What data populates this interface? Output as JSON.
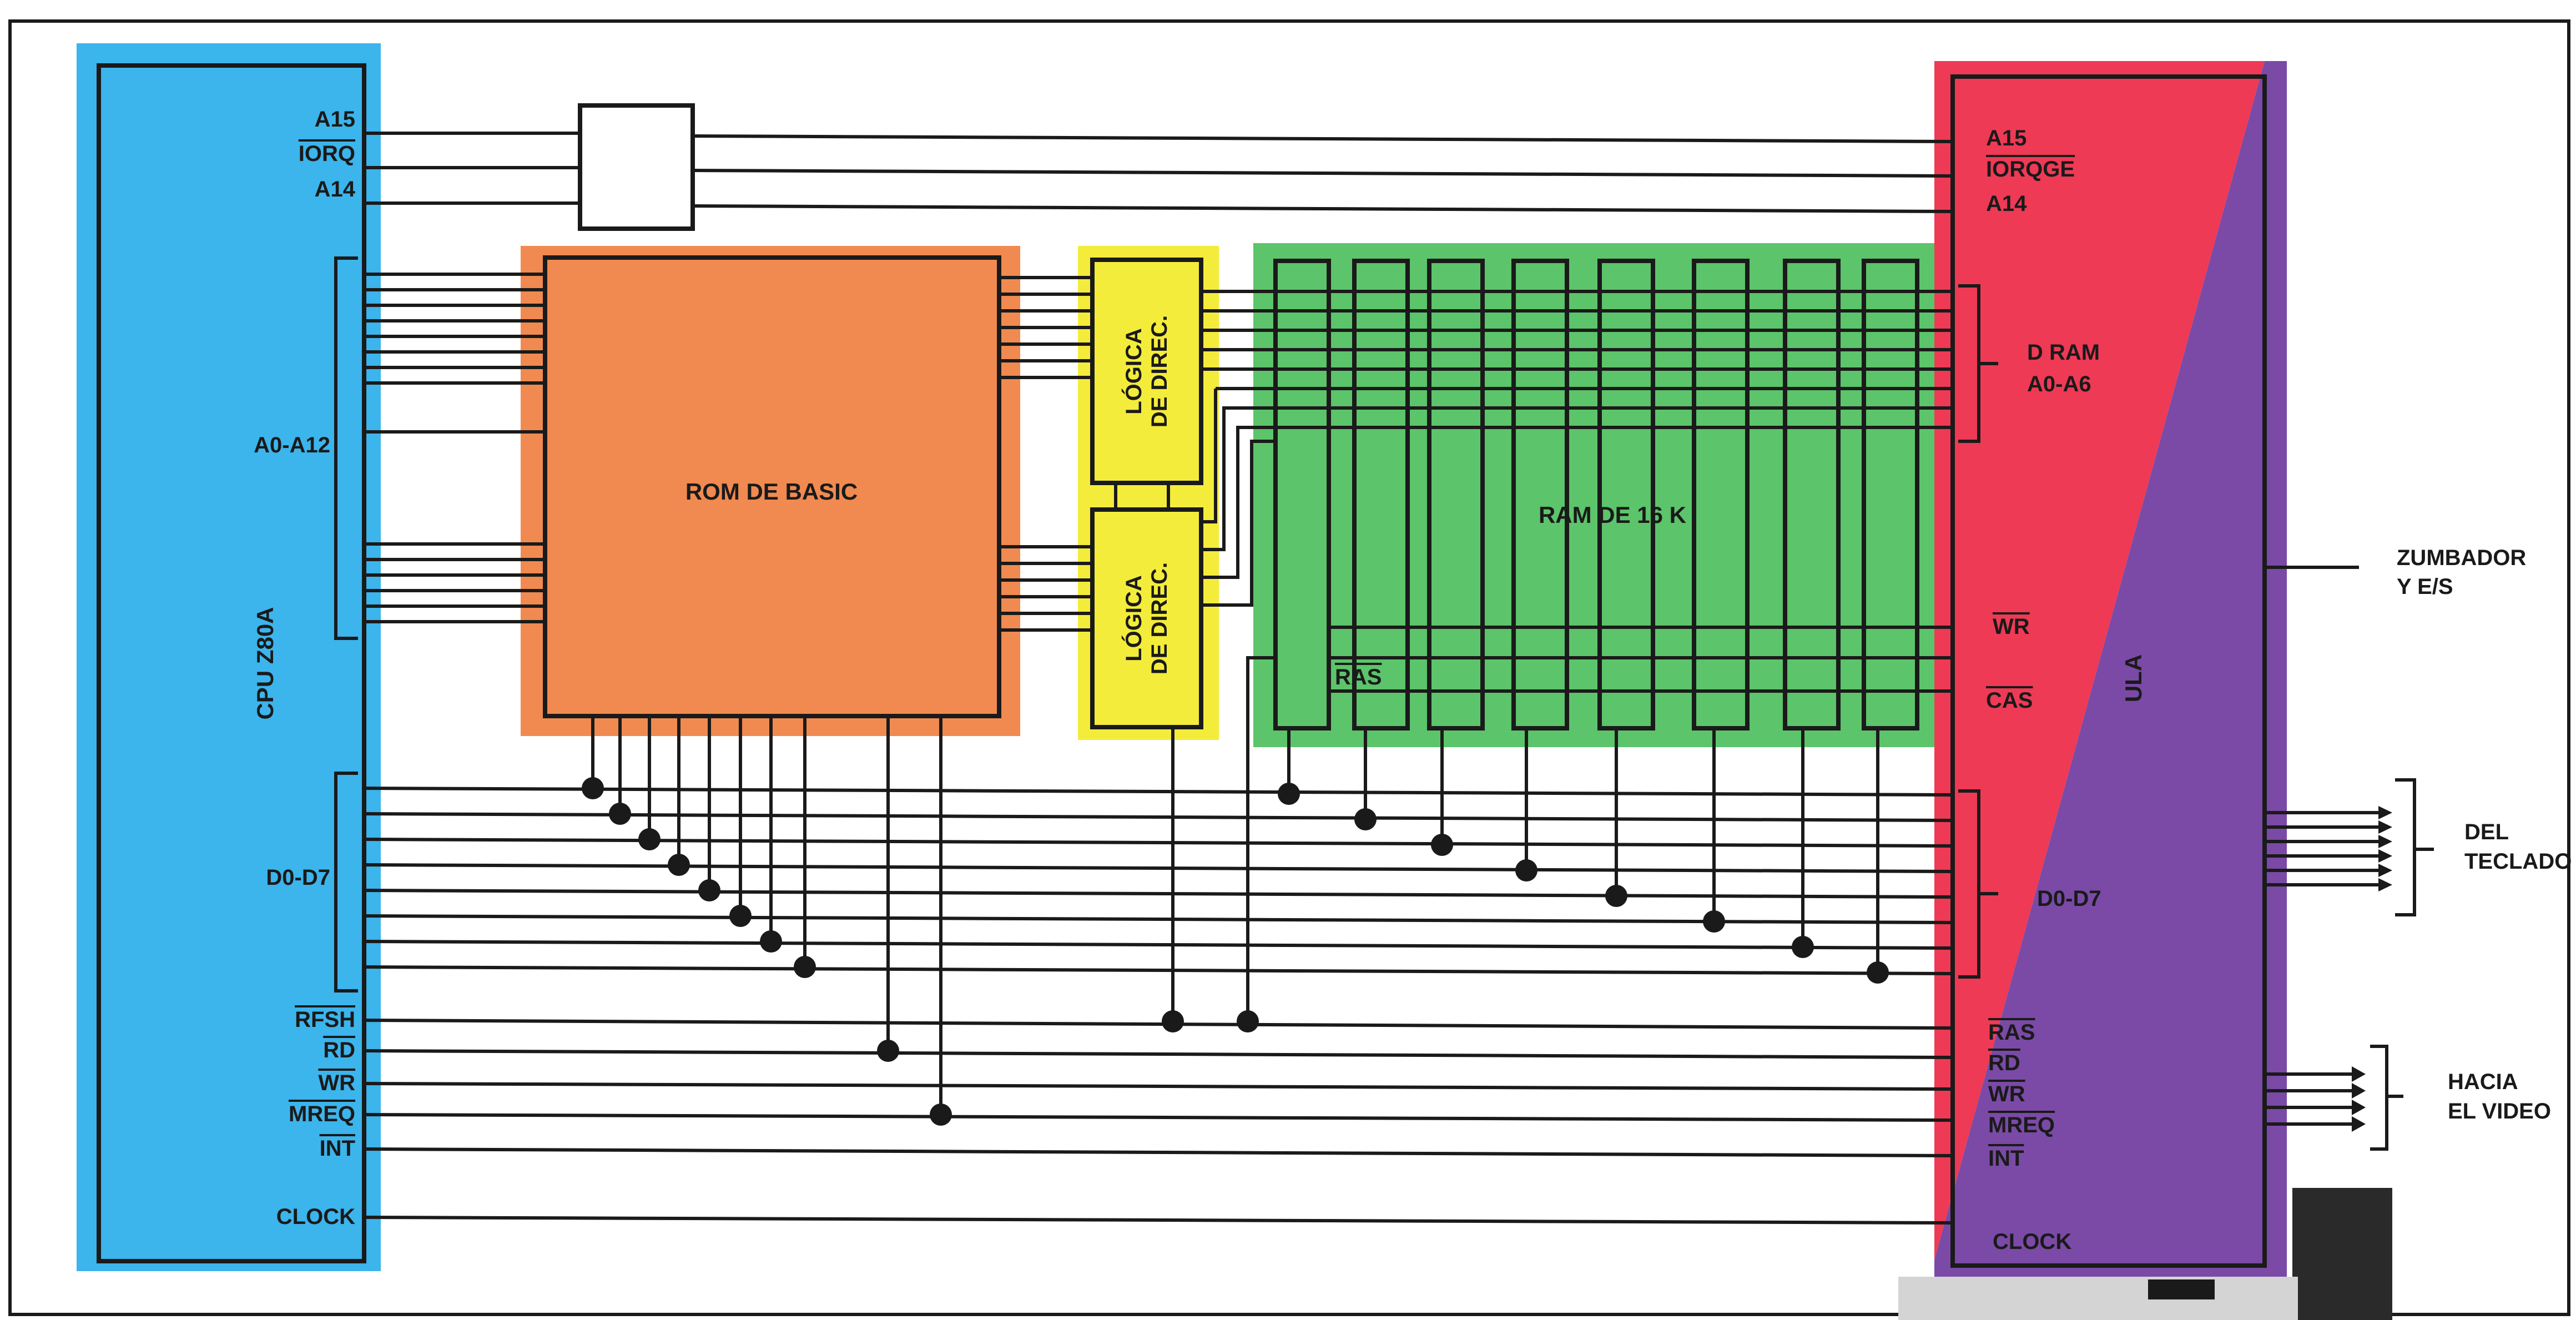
{
  "blocks": {
    "cpu": "CPU Z80A",
    "rom": "ROM DE BASIC",
    "logic_top": [
      "LÓGICA",
      "DE DIREC."
    ],
    "logic_bottom": [
      "LÓGICA",
      "DE DIREC."
    ],
    "ram": "RAM DE 16 K",
    "ula": "ULA"
  },
  "cpu_pins": {
    "a15": "A15",
    "iorq": "IORQ",
    "a14": "A14",
    "addr_bus": "A0-A12",
    "data_bus": "D0-D7",
    "rfsh": "RFSH",
    "rd": "RD",
    "wr": "WR",
    "mreq": "MREQ",
    "int": "INT",
    "clock": "CLOCK"
  },
  "ram_pins": {
    "ras": "RAS"
  },
  "ula_pins": {
    "a15": "A15",
    "iorqge": "IORQGE",
    "a14": "A14",
    "dram": "D RAM",
    "dram_addr": "A0-A6",
    "wr": "WR",
    "cas": "CAS",
    "data_bus": "D0-D7",
    "ras": "RAS",
    "rd": "RD",
    "wr2": "WR",
    "mreq": "MREQ",
    "int": "INT",
    "clock": "CLOCK"
  },
  "outputs": {
    "buzzer": [
      "ZUMBADOR",
      "Y E/S"
    ],
    "keyboard": [
      "DEL",
      "TECLADO"
    ],
    "video": [
      "HACIA",
      "EL VIDEO"
    ]
  },
  "colors": {
    "cpu_fill": "#3cb4ec",
    "rom_fill": "#f08a50",
    "logic_fill": "#f4ec3a",
    "ram_fill": "#5cc46a",
    "ula_red": "#ee3a55",
    "ula_purple": "#7a4aa6",
    "wire": "#1a1a1a"
  }
}
